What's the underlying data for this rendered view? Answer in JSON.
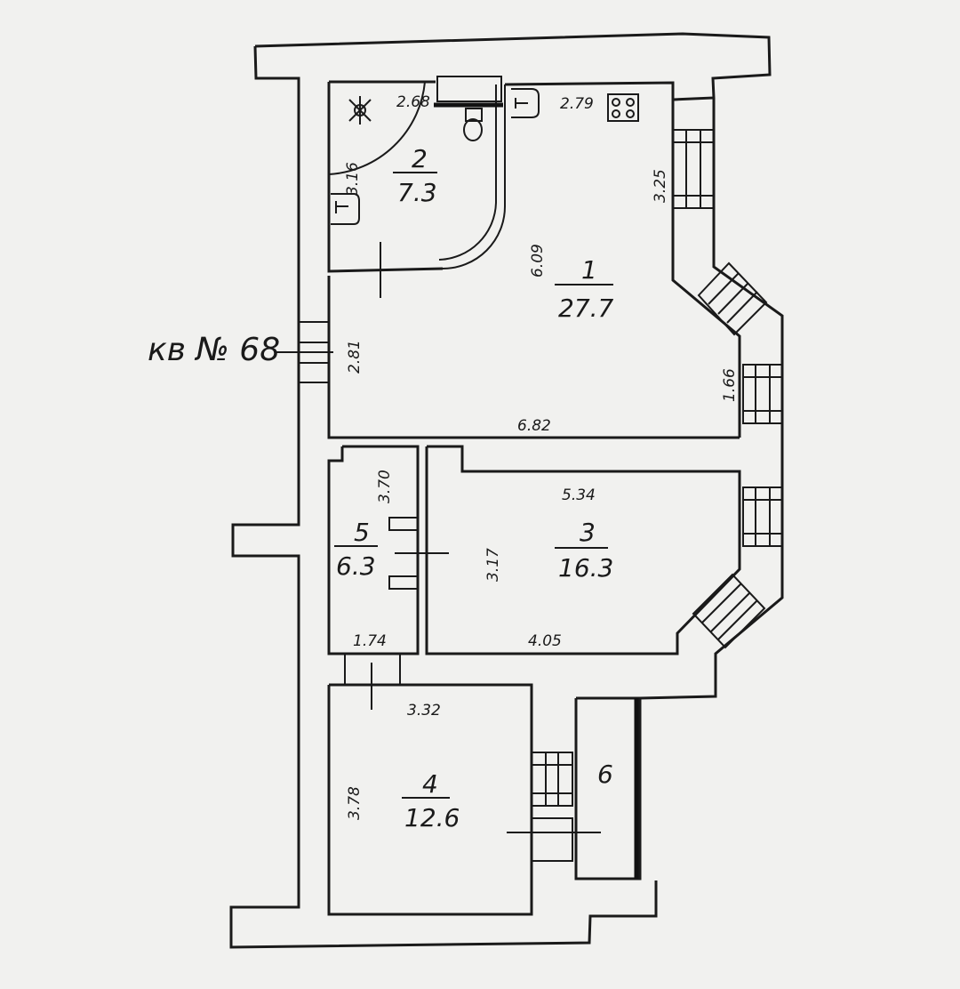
{
  "apartment_label": "кв № 68",
  "rooms": [
    {
      "number": "1",
      "area": "27.7"
    },
    {
      "number": "2",
      "area": "7.3"
    },
    {
      "number": "3",
      "area": "16.3"
    },
    {
      "number": "4",
      "area": "12.6"
    },
    {
      "number": "5",
      "area": "6.3"
    },
    {
      "number": "6"
    }
  ],
  "dimensions": {
    "room2_top": "2.68",
    "room2_side": "3.16",
    "room1_top": "2.79",
    "room1_right_upper": "3.25",
    "room1_height": "6.09",
    "room1_left": "2.81",
    "room1_right_lower": "1.66",
    "room1_bottom": "6.82",
    "room5_height": "3.70",
    "room3_top": "5.34",
    "room3_left": "3.17",
    "room3_bottom": "4.05",
    "room5_bottom": "1.74",
    "room4_top": "3.32",
    "room4_left": "3.78"
  }
}
